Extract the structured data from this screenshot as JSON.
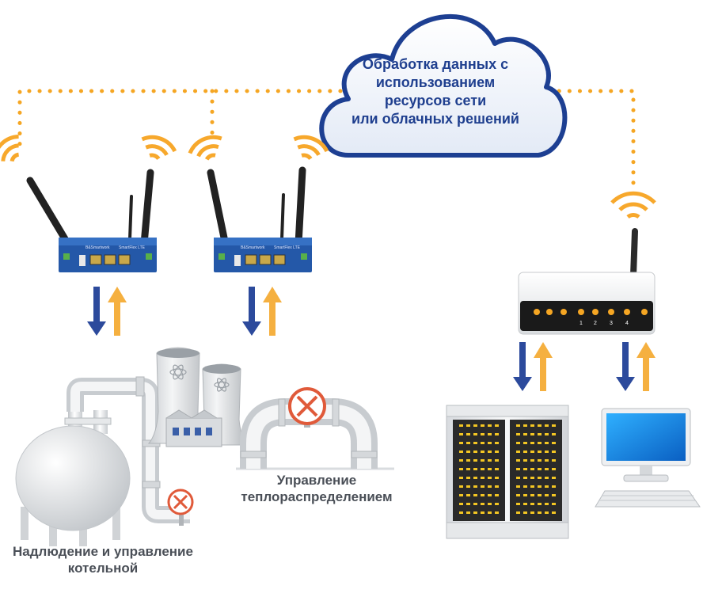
{
  "cloud": {
    "line1": "Обработка данных с",
    "line2": "использованием",
    "line3": "ресурсов сети",
    "line4": "или облачных решений"
  },
  "labels": {
    "heat_line1": "Управление",
    "heat_line2": "теплораспределением",
    "boiler_line1": "Надлюдение и управление",
    "boiler_line2": "котельной"
  },
  "devices": {
    "router_brand": "B&Smartwork",
    "router_model": "SmartFlex LTE",
    "switch_ports": [
      "1",
      "2",
      "3",
      "4"
    ]
  },
  "colors": {
    "dots": "#f5a623",
    "wifi": "#f7a82c",
    "arrow_down": "#2c4a9c",
    "arrow_up": "#f5b040",
    "router_body": "#2458a8",
    "cloud_text": "#1f3f8f"
  }
}
